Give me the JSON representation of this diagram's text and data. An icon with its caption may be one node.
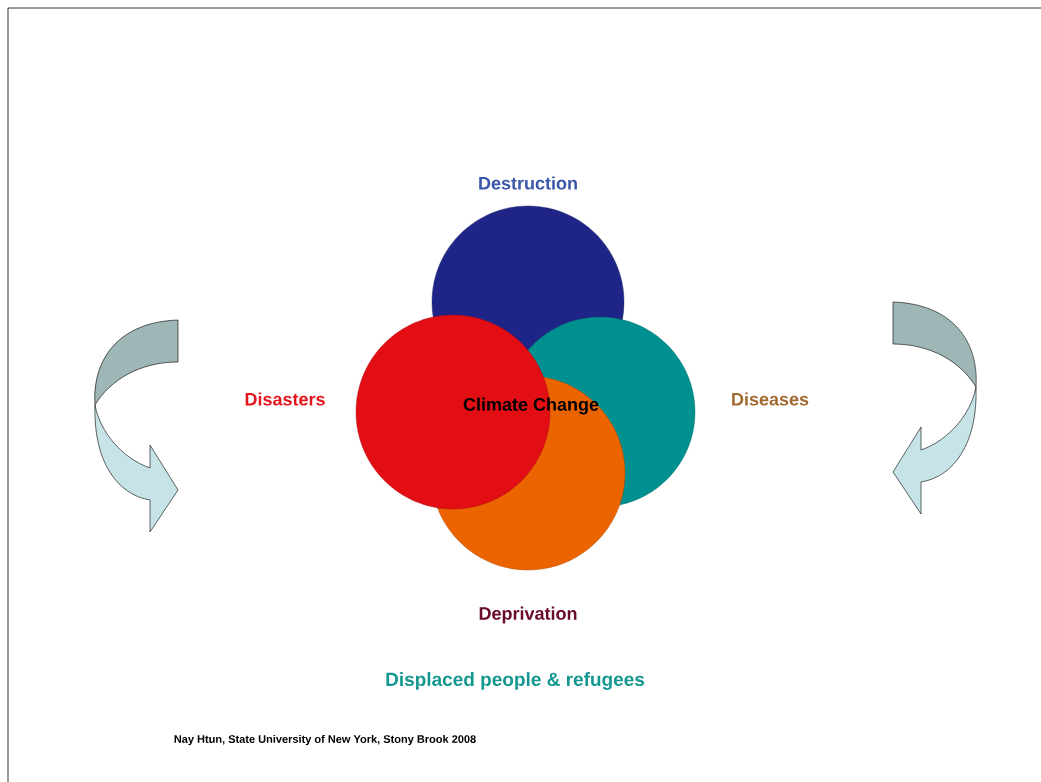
{
  "diagram": {
    "nodes": [
      {
        "text": [
          "Climate Change"
        ],
        "beside": [
          "Destruction",
          "Diseases",
          "Deprivation",
          "Disasters"
        ]
      }
    ],
    "labels": [
      "Displaced people & refugees",
      "Nay Htun, State University of New York, Stony Brook 2008"
    ]
  }
}
